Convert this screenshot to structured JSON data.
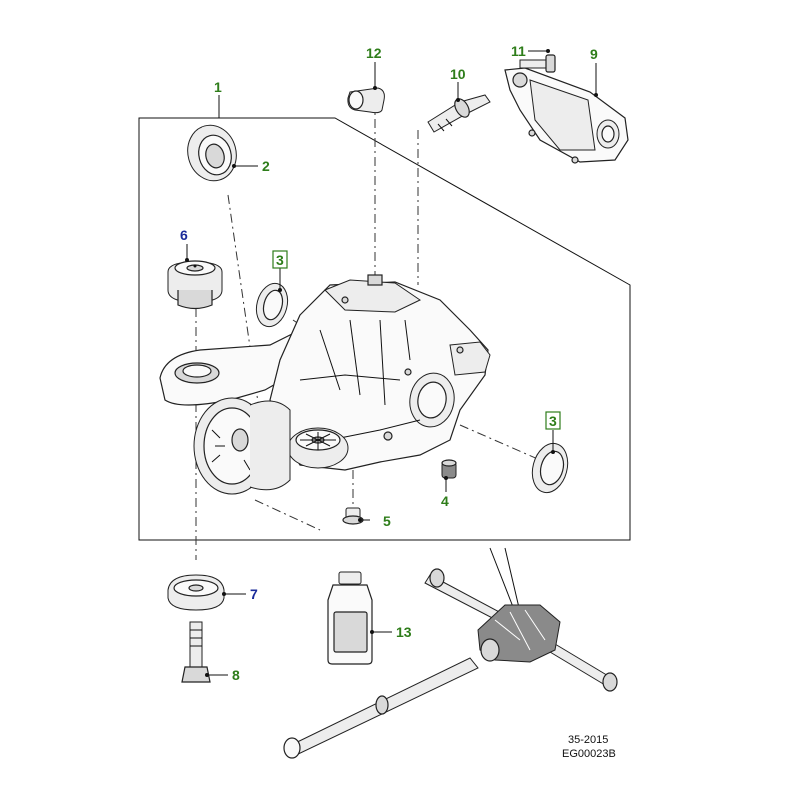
{
  "callouts": {
    "c1": "1",
    "c2": "2",
    "c3a": "3",
    "c3b": "3",
    "c4": "4",
    "c5": "5",
    "c6": "6",
    "c7": "7",
    "c8": "8",
    "c9": "9",
    "c10": "10",
    "c11": "11",
    "c12": "12",
    "c13": "13"
  },
  "footer": {
    "ref": "35-2015",
    "code": "EG00023B"
  },
  "colors": {
    "callout_green": "#2e7d1a",
    "callout_blue": "#1a2a9a"
  }
}
